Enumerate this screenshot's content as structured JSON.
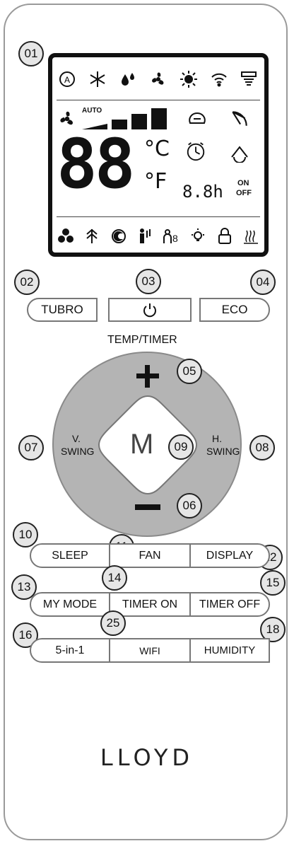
{
  "callouts": {
    "c01": "01",
    "c02": "02",
    "c03": "03",
    "c04": "04",
    "c05": "05",
    "c06": "06",
    "c07": "07",
    "c08": "08",
    "c09": "09",
    "c10": "10",
    "c11": "11",
    "c12": "12",
    "c13": "13",
    "c14": "14",
    "c15": "15",
    "c16": "16",
    "c25": "25",
    "c18": "18"
  },
  "display": {
    "auto_label": "AUTO",
    "big_digits": "88",
    "unit_c": "°C",
    "unit_f": "°F",
    "timer_value": "8.8h",
    "on_label": "ON",
    "off_label": "OFF",
    "top_icons": [
      "auto-mode-icon",
      "snowflake-icon",
      "dry-icon",
      "fan-blade-icon",
      "sun-icon",
      "wifi-icon",
      "swing-icon"
    ],
    "mid_icons": [
      "fan-icon",
      "turbo-icon",
      "clock-icon",
      "horizontal-swing-icon"
    ],
    "bottom_icons": [
      "fan-only-icon",
      "tree-icon",
      "moon-icon",
      "person-icon",
      "temp-person-icon",
      "bulb-icon",
      "lock-icon",
      "heater-icon"
    ]
  },
  "buttons": {
    "turbo": "TUBRO",
    "eco": "ECO",
    "temp_timer": "TEMP/TIMER",
    "v_swing_1": "V.",
    "v_swing_2": "SWING",
    "h_swing_1": "H.",
    "h_swing_2": "SWING",
    "mode": "M",
    "sleep": "SLEEP",
    "fan": "FAN",
    "display": "DISPLAY",
    "my_mode": "MY MODE",
    "timer_on": "TIMER ON",
    "timer_off": "TIMER OFF",
    "five_in_one": "5-in-1",
    "wifi": "WIFI",
    "humidity": "HUMIDITY"
  },
  "brand": "LLOYD",
  "colors": {
    "dial": "#b4b4b4",
    "dial_border": "#8a8a8a",
    "callout": "#e6e6e6"
  }
}
